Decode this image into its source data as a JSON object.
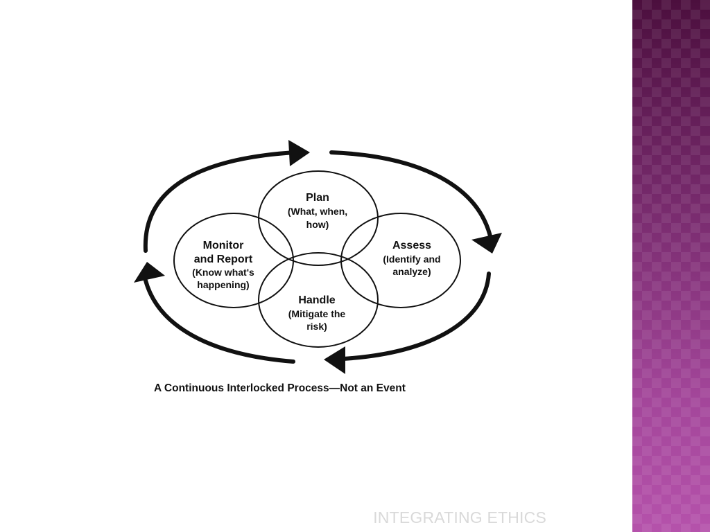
{
  "diagram": {
    "circles": {
      "plan": {
        "title": "Plan",
        "lines": [
          "(What, when,",
          "how)"
        ]
      },
      "assess": {
        "title": "Assess",
        "lines": [
          "(Identify and",
          "analyze)"
        ]
      },
      "handle": {
        "title": "Handle",
        "lines": [
          "(Mitigate the",
          "risk)"
        ]
      },
      "monitor": {
        "title_lines": [
          "Monitor",
          "and Report"
        ],
        "lines": [
          "(Know what's",
          "happening)"
        ]
      }
    },
    "caption": "A Continuous Interlocked Process—Not an Event"
  },
  "footer": {
    "text": "INTEGRATING ETHICS"
  },
  "colors": {
    "band_top": "#4c0f3e",
    "band_bottom": "#b552ab",
    "footer_text": "#d9d9d9",
    "ink": "#111111"
  }
}
